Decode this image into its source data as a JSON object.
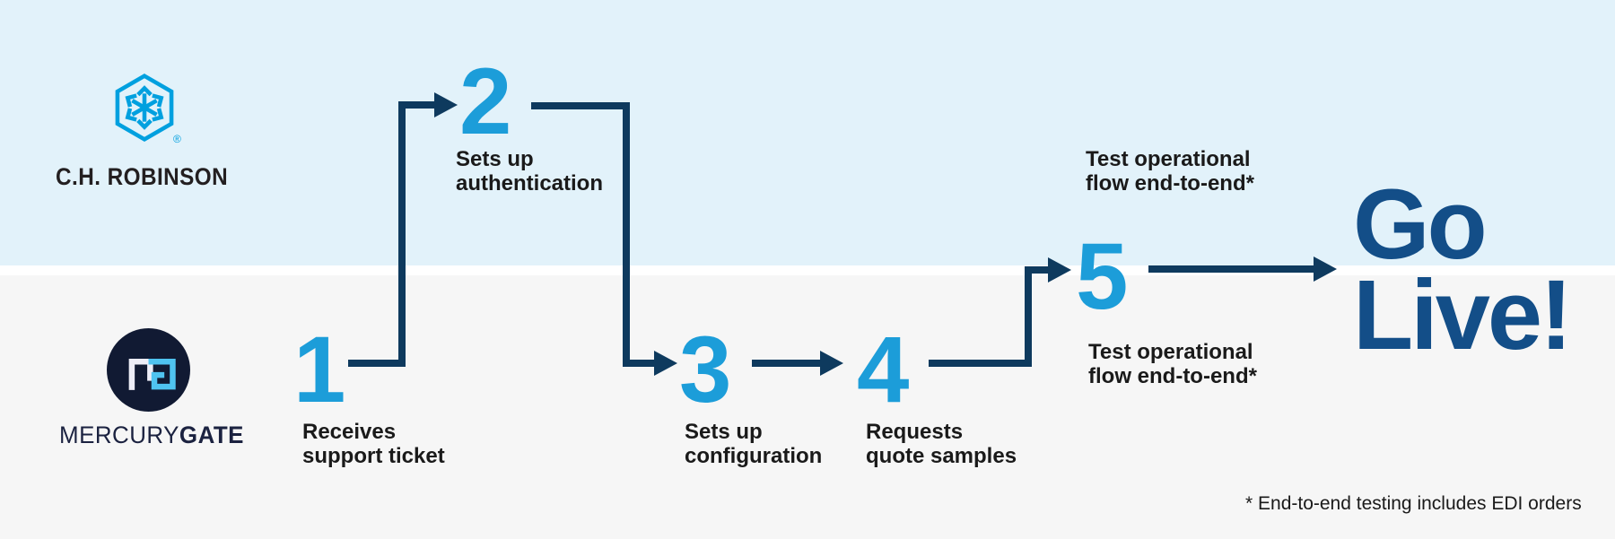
{
  "lanes": {
    "top": {
      "company": "C.H. ROBINSON",
      "registered_mark": "®",
      "background": "#E2F2FA"
    },
    "bottom": {
      "company_prefix": "MERCURY",
      "company_suffix": "GATE",
      "background": "#F6F6F6"
    }
  },
  "steps": [
    {
      "number": "1",
      "line1": "Receives",
      "line2": "support ticket",
      "lane": "bottom"
    },
    {
      "number": "2",
      "line1": "Sets up",
      "line2": "authentication",
      "lane": "top"
    },
    {
      "number": "3",
      "line1": "Sets up",
      "line2": "configuration",
      "lane": "bottom"
    },
    {
      "number": "4",
      "line1": "Requests",
      "line2": "quote samples",
      "lane": "bottom"
    },
    {
      "number": "5",
      "line1": "Test operational",
      "line2": "flow end-to-end*",
      "lane": "both"
    }
  ],
  "finish": {
    "line1": "Go",
    "line2": "Live!"
  },
  "footnote": "* End-to-end testing includes EDI orders",
  "colors": {
    "arrow": "#0E3A5E",
    "step_number": "#1C9DD9",
    "go_live": "#134E88",
    "label_text": "#1A1A1A",
    "divider": "#FFFFFF",
    "chr_blue": "#00A0DF",
    "chr_text": "#231F20",
    "mg_circle": "#111A33",
    "mg_monogram_blue": "#4FC3F0",
    "mg_text": "#1B2240"
  }
}
